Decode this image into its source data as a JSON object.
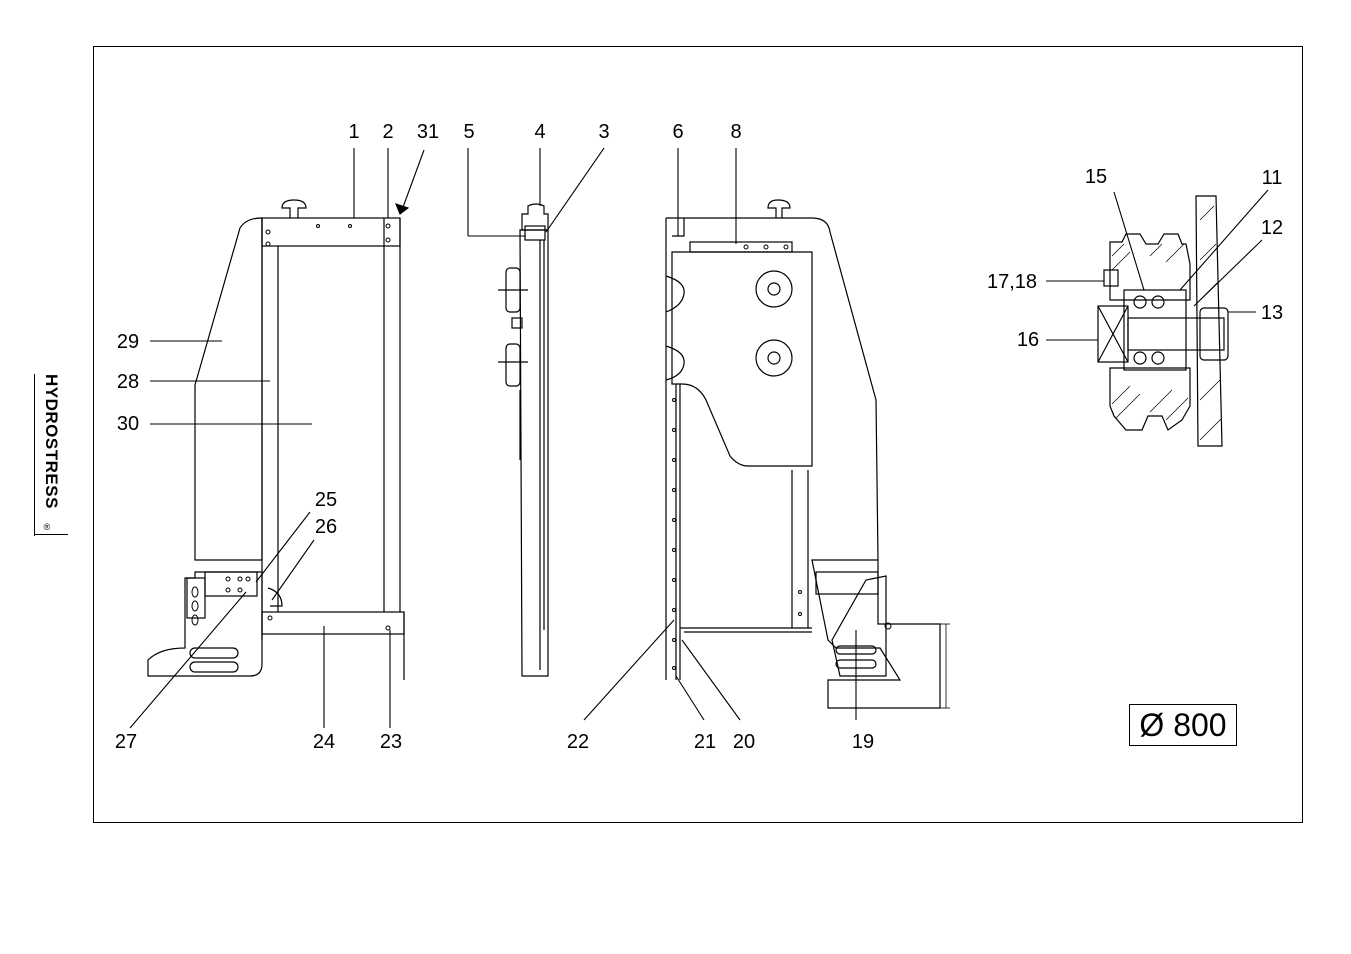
{
  "brand": {
    "name": "HYDROSTRESS",
    "registered": "®"
  },
  "diameter_label": "Ø 800",
  "callouts": {
    "c1": "1",
    "c2": "2",
    "c31": "31",
    "c5": "5",
    "c4": "4",
    "c3": "3",
    "c6": "6",
    "c8": "8",
    "c15": "15",
    "c11": "11",
    "c12": "12",
    "c1718": "17,18",
    "c13": "13",
    "c16": "16",
    "c29": "29",
    "c28": "28",
    "c30": "30",
    "c25": "25",
    "c26": "26",
    "c27": "27",
    "c24": "24",
    "c23": "23",
    "c22": "22",
    "c21": "21",
    "c20": "20",
    "c19": "19"
  }
}
